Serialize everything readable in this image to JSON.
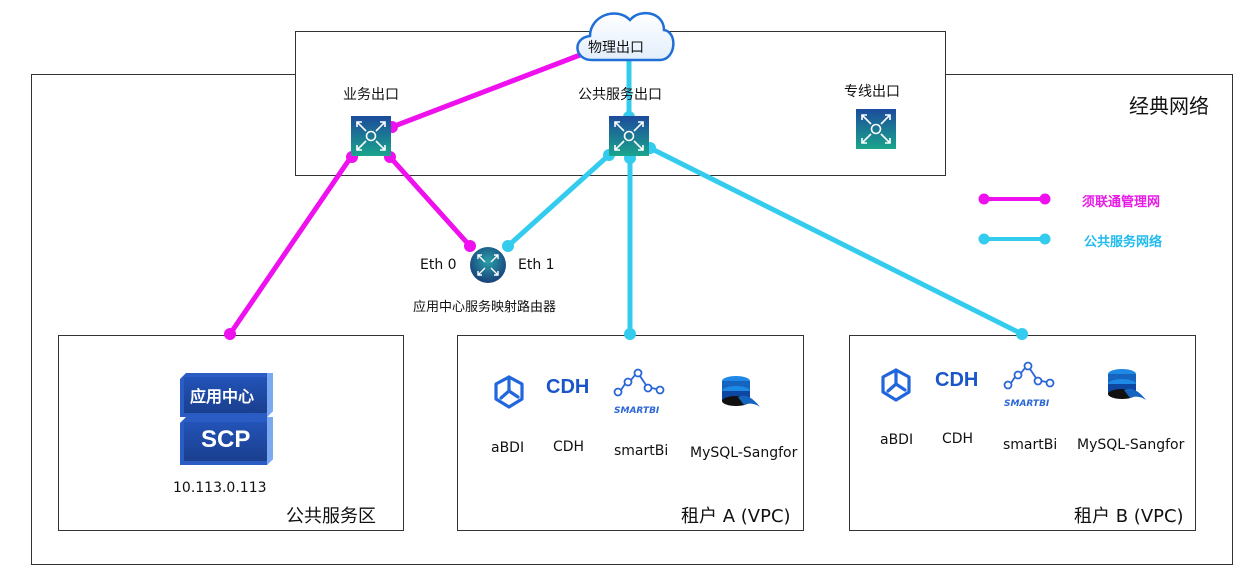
{
  "diagram": {
    "regions": {
      "classic_network": "经典网络",
      "public_service_zone": "公共服务区",
      "tenant_a": "租户 A (VPC)",
      "tenant_b": "租户 B (VPC)"
    },
    "cloud": "物理出口",
    "exits": {
      "business": "业务出口",
      "public_service": "公共服务出口",
      "dedicated_line": "专线出口"
    },
    "router": {
      "label": "应用中心服务映射路由器",
      "eth0": "Eth 0",
      "eth1": "Eth 1"
    },
    "public_service_zone": {
      "badge_top": "应用中心",
      "badge_bottom": "SCP",
      "ip": "10.113.0.113"
    },
    "tenant_a": {
      "apps": [
        "aBDI",
        "CDH",
        "smartBi",
        "MySQL-Sangfor"
      ]
    },
    "tenant_b": {
      "apps": [
        "aBDI",
        "CDH",
        "smartBi",
        "MySQL-Sangfor"
      ]
    },
    "icon_texts": {
      "cdh": "CDH",
      "smartbi": "SMARTBI"
    },
    "legend": [
      {
        "label": "须联通管理网",
        "color": "#ee11ee"
      },
      {
        "label": "公共服务网络",
        "color": "#33ccee"
      }
    ],
    "colors": {
      "management": "#ee11ee",
      "public": "#33ccee",
      "legend_management_text": "#e61ce6",
      "legend_public_text": "#22bbee"
    }
  }
}
